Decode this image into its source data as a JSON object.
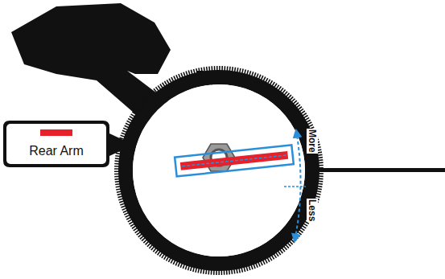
{
  "diagram": {
    "labels": [
      "More",
      "Less"
    ],
    "legend": [
      {
        "text": "Rear Arm",
        "color": "#e8202a"
      }
    ]
  }
}
